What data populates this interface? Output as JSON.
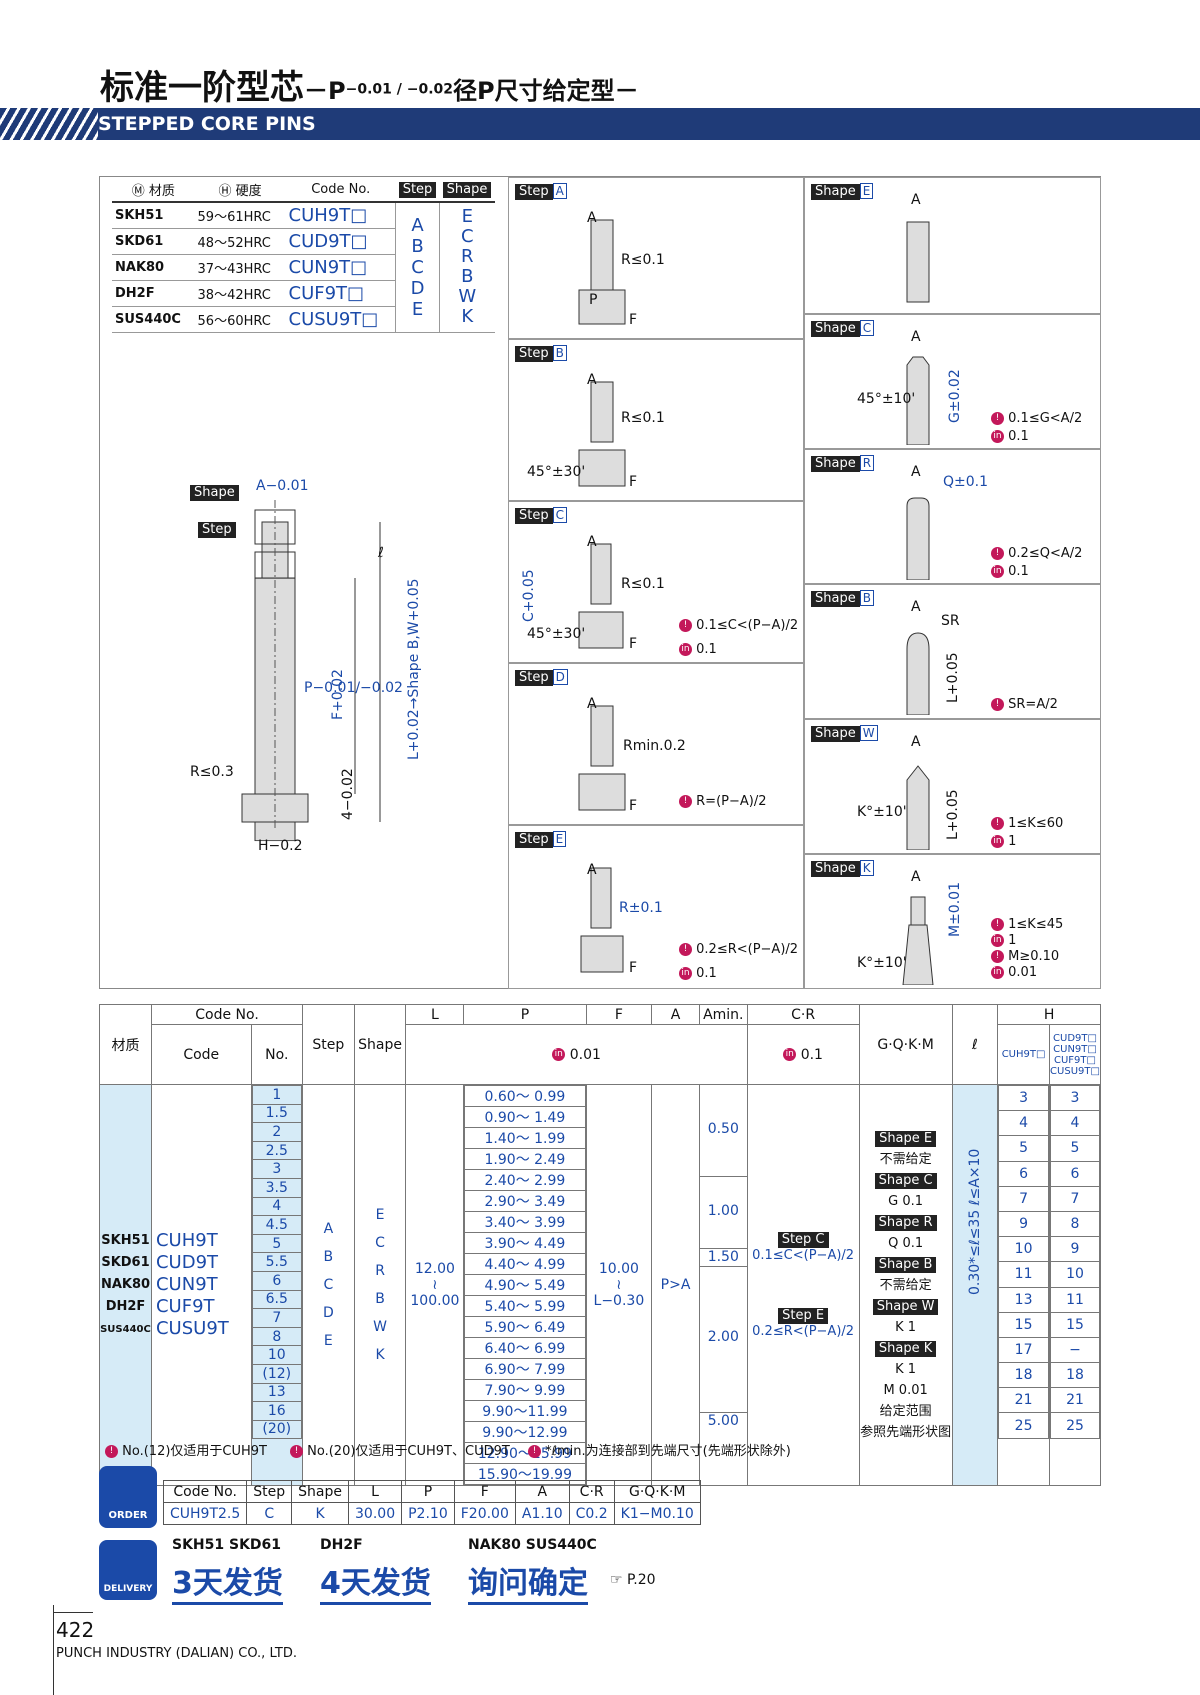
{
  "title": {
    "main": "标准一阶型芯",
    "dash1": "－P",
    "tol": "−0.01 / −0.02",
    "rest": "径P尺寸给定型－",
    "band": "STEPPED CORE PINS"
  },
  "materials": {
    "h_material": "材质",
    "h_hardness": "硬度",
    "h_code": "Code No.",
    "h_step": "Step",
    "h_shape": "Shape",
    "rows": [
      {
        "m": "SKH51",
        "h": "59～61HRC",
        "c": "CUH9T□"
      },
      {
        "m": "SKD61",
        "h": "48～52HRC",
        "c": "CUD9T□"
      },
      {
        "m": "NAK80",
        "h": "37～43HRC",
        "c": "CUN9T□"
      },
      {
        "m": "DH2F",
        "h": "38～42HRC",
        "c": "CUF9T□"
      },
      {
        "m": "SUS440C",
        "h": "56～60HRC",
        "c": "CUSU9T□"
      }
    ],
    "steps": [
      "A",
      "B",
      "C",
      "D",
      "E"
    ],
    "shapes": [
      "E",
      "C",
      "R",
      "B",
      "W",
      "K"
    ]
  },
  "drawing": {
    "shape": "Shape",
    "step": "Step",
    "a_tol": "A−0.01",
    "l": "ℓ",
    "p_tol": "P−0.01/−0.02",
    "f_tol": "F+0.02",
    "l_tol": "L+0.02→Shape B,W+0.05",
    "r": "R≤0.3",
    "h4": "4−0.02",
    "h_tol": "H−0.2"
  },
  "steps": [
    {
      "tag": "Step",
      "id": "A",
      "r": "R≤0.1",
      "p": "P",
      "f": "F",
      "a": "A"
    },
    {
      "tag": "Step",
      "id": "B",
      "r": "R≤0.1",
      "ang": "45°±30'",
      "f": "F",
      "a": "A"
    },
    {
      "tag": "Step",
      "id": "C",
      "r": "R≤0.1",
      "ang": "45°±30'",
      "c": "C+0.05",
      "f": "F",
      "a": "A",
      "n1": "0.1≤C<(P−A)/2",
      "n2": "0.1"
    },
    {
      "tag": "Step",
      "id": "D",
      "r": "Rmin.0.2",
      "f": "F",
      "a": "A",
      "n1": "R=(P−A)/2"
    },
    {
      "tag": "Step",
      "id": "E",
      "r": "R±0.1",
      "f": "F",
      "a": "A",
      "n1": "0.2≤R<(P−A)/2",
      "n2": "0.1"
    }
  ],
  "shapes": [
    {
      "tag": "Shape",
      "id": "E",
      "a": "A"
    },
    {
      "tag": "Shape",
      "id": "C",
      "a": "A",
      "ang": "45°±10'",
      "g": "G±0.02",
      "n1": "0.1≤G<A/2",
      "n2": "0.1"
    },
    {
      "tag": "Shape",
      "id": "R",
      "a": "A",
      "q": "Q±0.1",
      "n1": "0.2≤Q<A/2",
      "n2": "0.1"
    },
    {
      "tag": "Shape",
      "id": "B",
      "a": "A",
      "sr": "SR",
      "l": "L+0.05",
      "n1": "SR=A/2"
    },
    {
      "tag": "Shape",
      "id": "W",
      "a": "A",
      "k": "K°±10'",
      "l": "L+0.05",
      "n1": "1≤K≤60",
      "n2": "1"
    },
    {
      "tag": "Shape",
      "id": "K",
      "a": "A",
      "k": "K°±10'",
      "m": "M±0.01",
      "n1": "1≤K≤45",
      "n2": "1",
      "n3": "M≥0.10",
      "n4": "0.01"
    }
  ],
  "spec": {
    "h_material": "材质",
    "h_codeno": "Code No.",
    "h_code": "Code",
    "h_no": "No.",
    "h_step": "Step",
    "h_shape": "Shape",
    "h_L": "L",
    "h_P": "P",
    "h_F": "F",
    "h_A": "A",
    "h_amin": "Amin.",
    "h_cr": "C·R",
    "h_gqkm": "G·Q·K·M",
    "h_l": "ℓ",
    "h_H": "H",
    "h_001": "0.01",
    "h_01": "0.1",
    "h_cuh": "CUH9T□",
    "h_others": "CUD9T□ CUN9T□ CUF9T□ CUSU9T□",
    "materials": [
      "SKH51",
      "SKD61",
      "NAK80",
      "DH2F",
      "SUS440C"
    ],
    "codes": [
      "CUH9T",
      "CUD9T",
      "CUN9T",
      "CUF9T",
      "CUSU9T"
    ],
    "nos": [
      "1",
      "1.5",
      "2",
      "2.5",
      "3",
      "3.5",
      "4",
      "4.5",
      "5",
      "5.5",
      "6",
      "6.5",
      "7",
      "8",
      "10",
      "(12)",
      "13",
      "16",
      "(20)"
    ],
    "p_ranges": [
      "0.60～ 0.99",
      "0.90～ 1.49",
      "1.40～ 1.99",
      "1.90～ 2.49",
      "2.40～ 2.99",
      "2.90～ 3.49",
      "3.40～ 3.99",
      "3.90～ 4.49",
      "4.40～ 4.99",
      "4.90～ 5.49",
      "5.40～ 5.99",
      "5.90～ 6.49",
      "6.40～ 6.99",
      "6.90～ 7.99",
      "7.90～ 9.99",
      "9.90～11.99",
      "9.90～12.99",
      "12.90～15.99",
      "15.90～19.99"
    ],
    "steps": [
      "A",
      "B",
      "C",
      "D",
      "E"
    ],
    "shapes": [
      "E",
      "C",
      "R",
      "B",
      "W",
      "K"
    ],
    "L1": "12.00",
    "L2": "100.00",
    "F1": "10.00",
    "F2": "L−0.30",
    "A": "P>A",
    "amin": [
      "0.50",
      "1.00",
      "1.50",
      "2.00",
      "5.00"
    ],
    "cr_c_tag": "Step C",
    "cr_c": "0.1≤C<(P−A)/2",
    "cr_e_tag": "Step E",
    "cr_e": "0.2≤R<(P−A)/2",
    "gq": [
      "Shape E",
      "不需给定",
      "Shape C",
      "G 0.1",
      "Shape R",
      "Q 0.1",
      "Shape B",
      "不需给定",
      "Shape W",
      "K 1",
      "Shape K",
      "K 1",
      "M 0.01",
      "给定范围",
      "参照先端形状图"
    ],
    "lrange": "0.30*≤ℓ≤35  ℓ≤A×10",
    "h1": [
      "3",
      "4",
      "5",
      "6",
      "7",
      "9",
      "10",
      "11",
      "13",
      "15",
      "17",
      "18",
      "21",
      "25"
    ],
    "h2": [
      "3",
      "4",
      "5",
      "6",
      "7",
      "8",
      "9",
      "10",
      "11",
      "15",
      "−",
      "18",
      "21",
      "25"
    ]
  },
  "notes": [
    "No.(12)仅适用于CUH9T",
    "No.(20)仅适用于CUH9T、CUD9T",
    "*ℓmin.为连接部到先端尺寸(先端形状除外)"
  ],
  "order": {
    "label": "ORDER",
    "heads": [
      "Code No.",
      "Step",
      "Shape",
      "L",
      "P",
      "F",
      "A",
      "C·R",
      "G·Q·K·M"
    ],
    "vals": [
      "CUH9T2.5",
      "C",
      "K",
      "30.00",
      "P2.10",
      "F20.00",
      "A1.10",
      "C0.2",
      "K1−M0.10"
    ]
  },
  "delivery": {
    "label": "DELIVERY",
    "g1": "SKH51  SKD61",
    "d1": "3天发货",
    "g2": "DH2F",
    "d2": "4天发货",
    "g3": "NAK80  SUS440C",
    "d3": "询问确定",
    "ref": "☞ P.20"
  },
  "footer": {
    "page": "422",
    "company": "PUNCH INDUSTRY (DALIAN) CO., LTD."
  }
}
